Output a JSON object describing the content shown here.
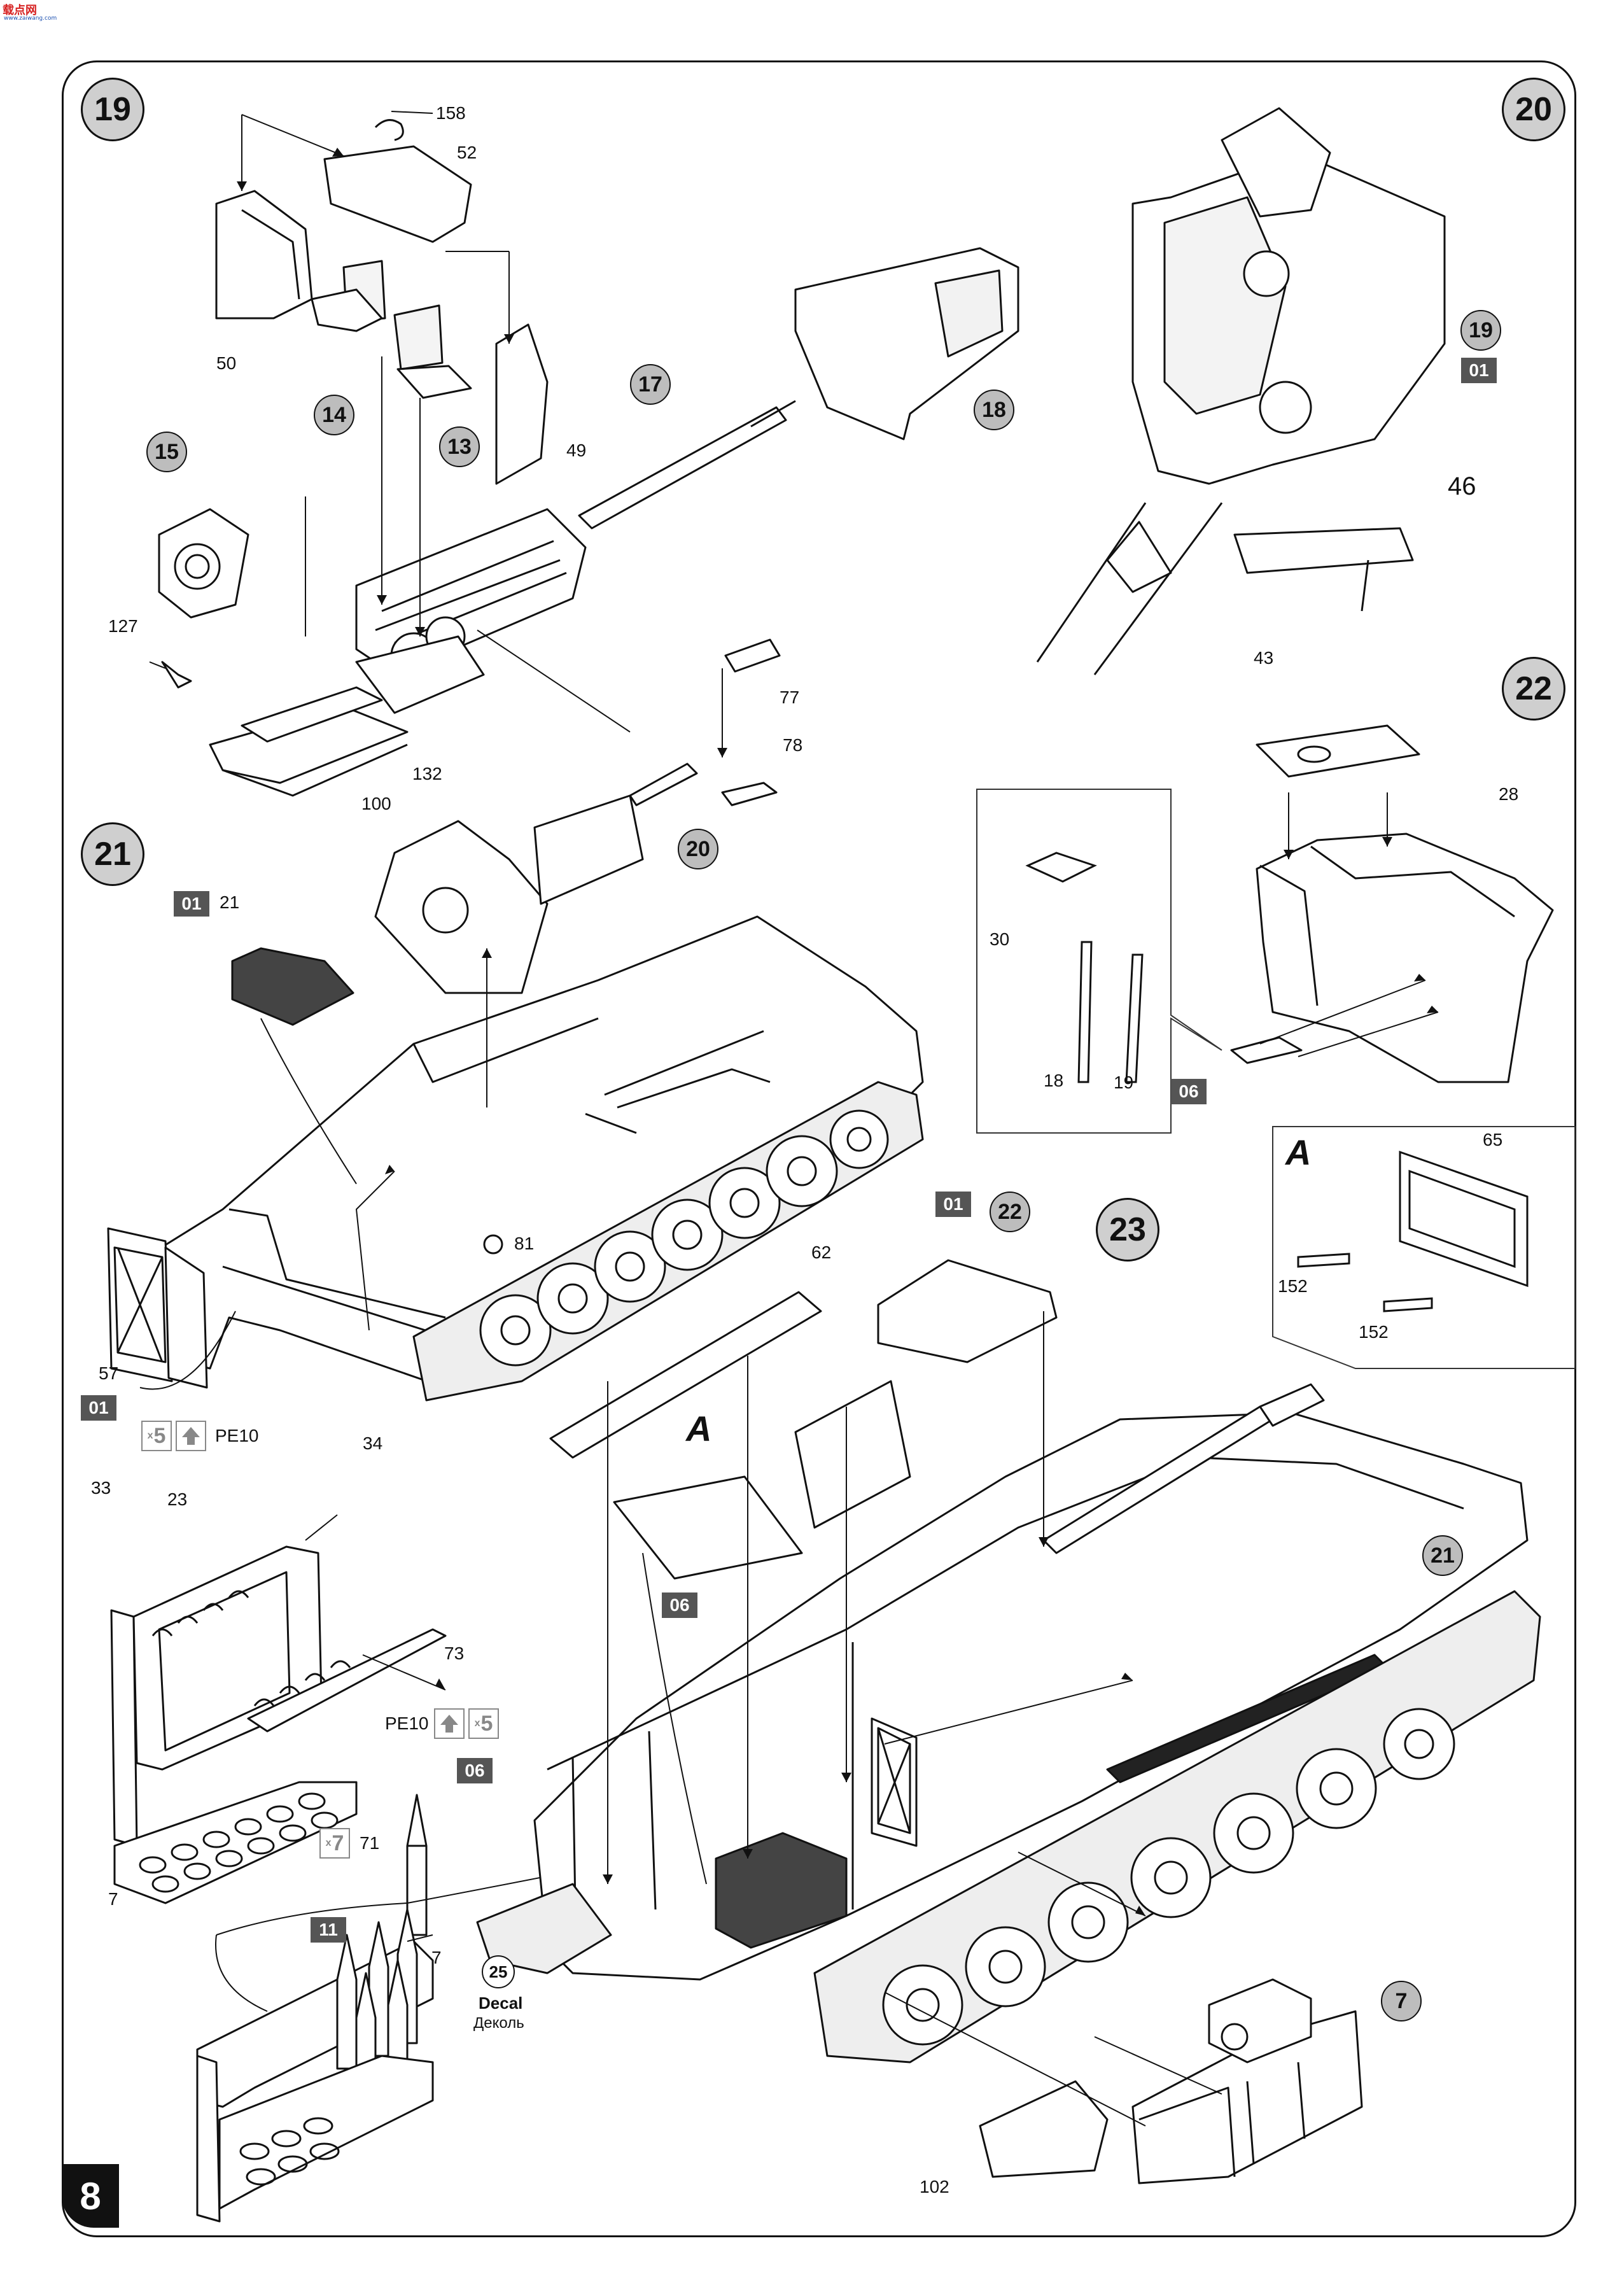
{
  "header": {
    "logo_text": "载点网",
    "logo_subtext": "www.zaiwang.com"
  },
  "page_number": "8",
  "steps": {
    "s19": "19",
    "s20": "20",
    "s21": "21",
    "s22": "22",
    "s23": "23"
  },
  "sprue_tags": {
    "t01": "01",
    "t06": "06",
    "t11": "11"
  },
  "refs": {
    "r14": "14",
    "r13": "13",
    "r15": "15",
    "r17": "17",
    "r18": "18",
    "r19": "19",
    "r20": "20",
    "r22": "22",
    "r21": "21",
    "r7": "7",
    "r25": "25"
  },
  "parts": {
    "p158": "158",
    "p52": "52",
    "p50": "50",
    "p49": "49",
    "p127": "127",
    "p132": "132",
    "p100": "100",
    "p77": "77",
    "p78": "78",
    "p46": "46",
    "p43": "43",
    "p28": "28",
    "p30": "30",
    "p18": "18",
    "p19": "19",
    "p65": "65",
    "p152a": "152",
    "p152b": "152",
    "p21": "21",
    "p81": "81",
    "p57": "57",
    "p62": "62",
    "p34": "34",
    "p33": "33",
    "p23": "23",
    "p73": "73",
    "p7a": "7",
    "p7b": "7",
    "p71": "71",
    "p102": "102",
    "pe10a": "PE10",
    "pe10b": "PE10"
  },
  "multipliers": {
    "x5a": "5",
    "x5b": "5",
    "x7": "7",
    "x_prefix": "x"
  },
  "callouts": {
    "A1": "A",
    "A2": "A"
  },
  "decal": {
    "label": "Decal",
    "sublabel": "Деколь"
  }
}
